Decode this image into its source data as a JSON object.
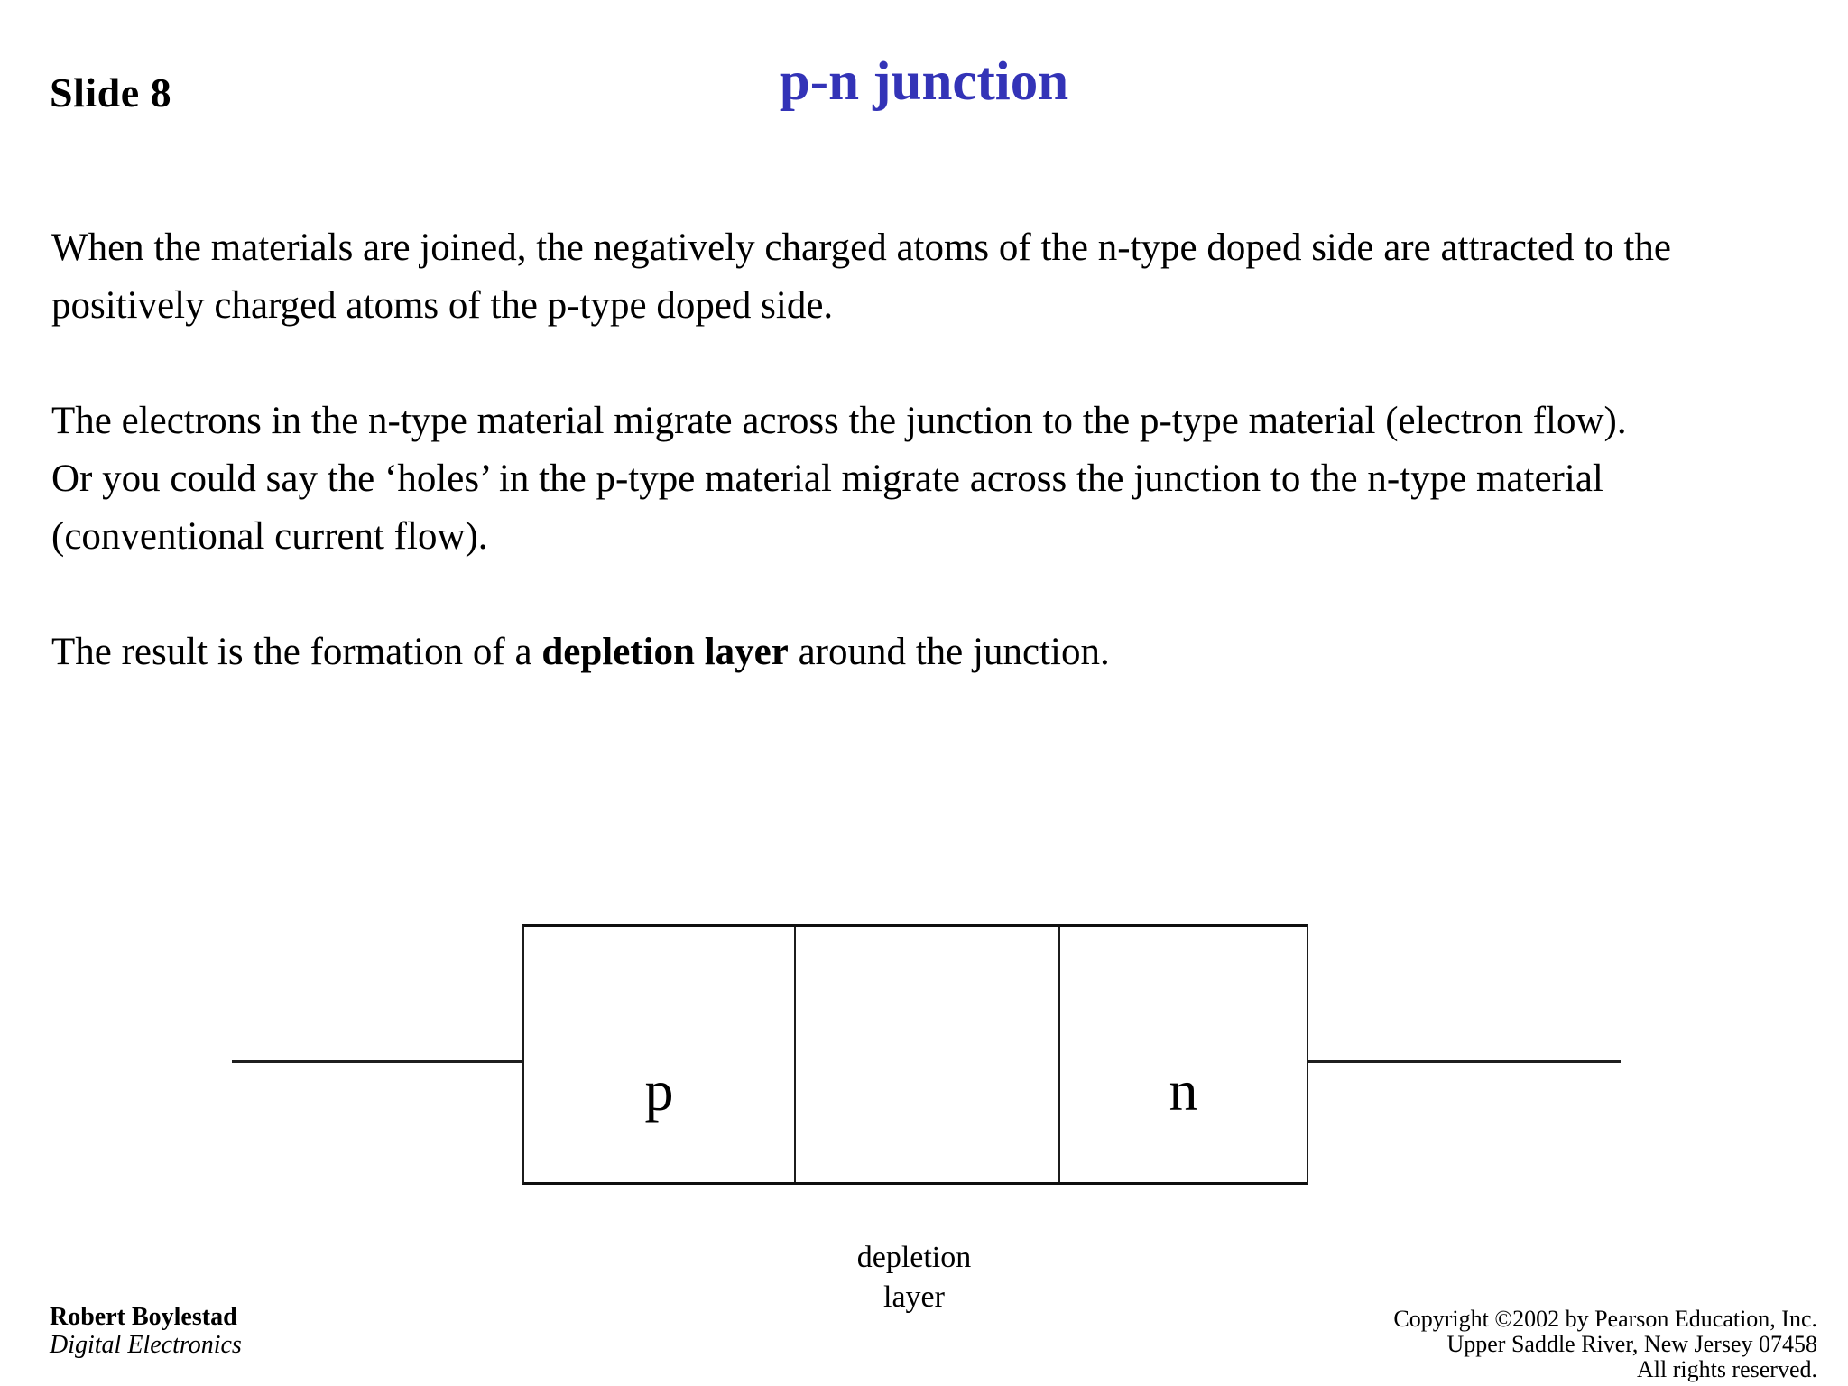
{
  "slide": {
    "number_label": "Slide 8",
    "title": "p-n junction",
    "title_style": "color:#3333b7",
    "title_color": "#3333b7"
  },
  "paragraphs": {
    "p1": "When the materials are joined, the negatively charged atoms of the n-type doped side are attracted to the positively charged atoms of the p-type doped side.",
    "p2_line1": "The electrons in the n-type material migrate across the junction to the p-type material (electron flow).",
    "p2_line2": "Or you could say the ‘holes’ in the p-type material migrate across the junction to the n-type material (conventional current flow).",
    "p3_before": "The result is the formation of a ",
    "p3_bold": "depletion layer",
    "p3_after": " around the junction."
  },
  "diagram": {
    "p_region_label": "p",
    "n_region_label": "n",
    "caption_line1": "depletion",
    "caption_line2": "layer"
  },
  "footer": {
    "author": "Robert Boylestad",
    "book": "Digital Electronics",
    "copyright_line1": "Copyright ©2002 by Pearson Education, Inc.",
    "copyright_line2": "Upper Saddle River, New Jersey 07458",
    "copyright_line3": "All rights reserved."
  }
}
